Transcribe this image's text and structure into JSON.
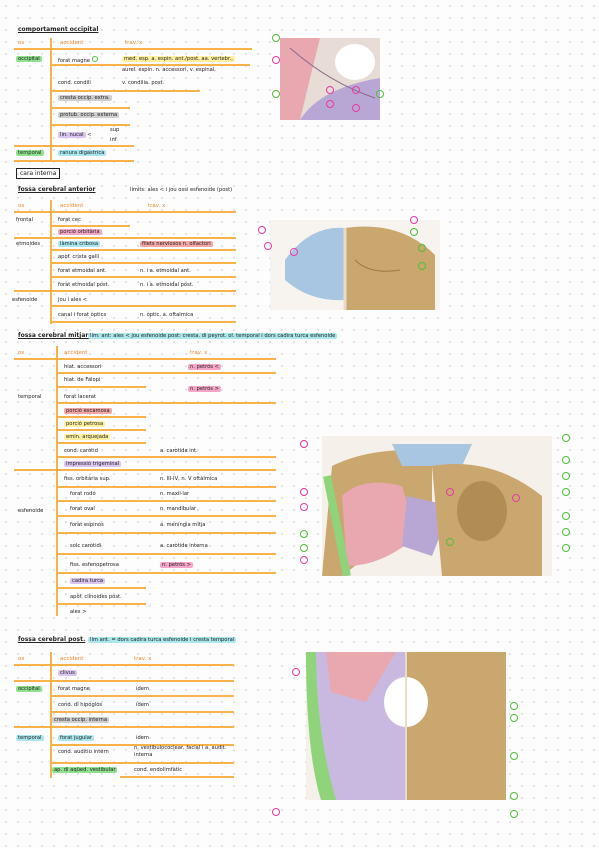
{
  "s1": {
    "title": "comportament occipital",
    "hdr_os": "os",
    "hdr_acc": "accident",
    "hdr_trav": "trav. x",
    "occipital": "occipital",
    "r1_acc": "forat magne",
    "r1_trav": "med. esp. a. espin. ant./post. aa. vertebr.,",
    "r1_trav2": "aurel. espin. n. accessori, v. espinal,",
    "r1_trav3": "v. condilia. post.",
    "r2_acc": "cond. condili",
    "r3_acc": "cresta occip. extra.",
    "r4_acc": "protub. occip. externa",
    "r5_acc": "lin. nucal",
    "r5_s": "sup",
    "r5_i": "inf",
    "temporal": "temporal",
    "r6_acc": "ranura digastrica"
  },
  "s2": {
    "box": "cara interna",
    "title": "fossa cerebral anterior",
    "limits": "límits: ales < i jou ossi esfenoide (post)",
    "hdr_os": "os",
    "hdr_acc": "accident",
    "hdr_trav": "trav. x",
    "frontal": "frontal",
    "f1": "forat cec",
    "f2": "porció orbitària",
    "etmoides": "etmoides",
    "e1": "làmina cribosa",
    "e1t": "filets nerviosos n. olfactori",
    "e2": "apòf. crista galli",
    "e3": "forat etmoidal ant.",
    "e3t": "n. i a. etmoidal ant.",
    "e4": "forat etmoidal post.",
    "e4t": "n. i a. etmoidal post.",
    "esfenoide": "esfenoide",
    "s1": "jou i ales <",
    "s2": "canal i forat òptics",
    "s2t": "n. òptic, a. oftalmica"
  },
  "s3": {
    "title": "fossa cerebral mitjana",
    "limits": "lím: ant: ales < jou esfenoide   post: cresta. di peyrot. ol. temporal i dors cadira turca esfenoide",
    "hdr_os": "os",
    "hdr_acc": "accident",
    "hdr_trav": "trav. x",
    "temporal": "temporal",
    "t1": "hiat. accessori",
    "t1t": "n. petrós <",
    "t2": "hiat. de Falopi",
    "t2t": "n. petrós >",
    "t3": "forat lacerat",
    "t4": "porció escamosa",
    "t5": "porció petrosa",
    "t6": "emin. arquejada",
    "t7": "cond. caròtid",
    "t7t": "a. caròtida int.",
    "t8": "impressió trigeminal",
    "esfenoide": "esfenoide",
    "s1": "fiss. orbitària sup.",
    "s1t": "n. III-IV, n. V oftàlmica",
    "s2": "forat rodó",
    "s2t": "n. maxil·lar",
    "s3": "forat oval",
    "s3t": "n. mandibular",
    "s4": "forat espinós",
    "s4t": "a. meníngia mitja",
    "s5": "solc caròtidi",
    "s5t": "a. caròtide interna",
    "s6": "fiss. esfenopetrosa",
    "s6t": "n. petrós >",
    "s7": "cadira turca",
    "s8": "apòf. clinoides post.",
    "s9": "ales >"
  },
  "s4": {
    "title": "fossa cerebral post.",
    "limits": "lím ant. = dors cadira turca esfenoide i cresta temporal",
    "hdr_os": "os",
    "hdr_acc": "accident",
    "hdr_trav": "trav. x",
    "r0": "clivus",
    "occipital": "occipital",
    "o1": "forat magne",
    "o1t": "ídem",
    "o2": "cond. di hipoglòs",
    "o2t": "ídem",
    "o3": "cresta occip. interna",
    "temporal": "temporal",
    "t1": "forat jugular",
    "t1t": "ídem",
    "t2": "cond. auditiu intern",
    "t2t": "n. vestibulococlear, facial i a. audit. interna",
    "t3": "ap. di aqüed. vestibular",
    "t3t": "cond. endolimfàtic"
  },
  "colors": {
    "orange": "#f7b24a",
    "pink": "#e83aa5",
    "green": "#4fbf3a",
    "cyan": "#a9e6ee"
  }
}
